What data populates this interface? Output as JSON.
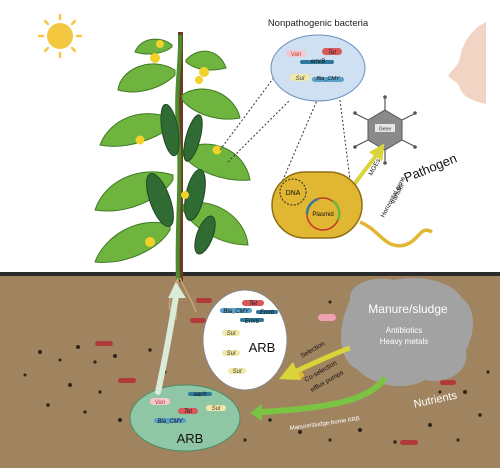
{
  "labels": {
    "nonpathogenic_title": "Nonpathogenic bacteria",
    "pathogen": "Pathogen",
    "mges": "MGEs",
    "horizontal_gene_transfer_1": "Horizontal gene",
    "horizontal_gene_transfer_2": "transfer",
    "dna": "DNA",
    "plasmid": "Plasmid",
    "gene_box": "Gene",
    "manure_title": "Manure/sludge",
    "manure_antibiotics": "Antibiotics",
    "manure_metals": "Heavy metals",
    "nutrients": "Nutrients",
    "selection": "Selection",
    "co_selection_1": "Co-selection",
    "co_selection_2": "efflux pumps",
    "manure_borne_arb": "Manure/sludge-borne ARB",
    "arb_upper": "ARB",
    "arb_lower": "ARB"
  },
  "genes_top": {
    "van": "Van",
    "tet": "Tet",
    "emrb": "emrB",
    "sul": "Sul",
    "bla_cmy": "Bla_CMY"
  },
  "genes_mid": {
    "tet": "Tet",
    "bla_cmy": "Bla_CMY",
    "emrb1": "Emrb",
    "emrb2": "Emrb",
    "sul1": "Sul",
    "sul2": "Sul",
    "sul3": "Sul"
  },
  "genes_low": {
    "aach": "aach",
    "van": "Van",
    "tet": "Tet",
    "sul": "Sul",
    "bla_cmy": "Bla_CMY"
  },
  "colors": {
    "soil": "#a0835f",
    "sky": "#ffffff",
    "ground_line": "#2b2b2b",
    "leaf": "#6fb43f",
    "cucumber": "#2f6b33",
    "flower": "#f2d12a",
    "sun": "#f5c842",
    "bubble_top": "#cfe0f3",
    "bubble_low": "#8fc7a6",
    "bacterium": "#e0b632",
    "virus": "#8a8a8a",
    "manure": "#a2a2a2",
    "arrow_yellow": "#d8d43a",
    "arrow_green": "#7bc443",
    "arrow_light": "#d9ecd8"
  }
}
